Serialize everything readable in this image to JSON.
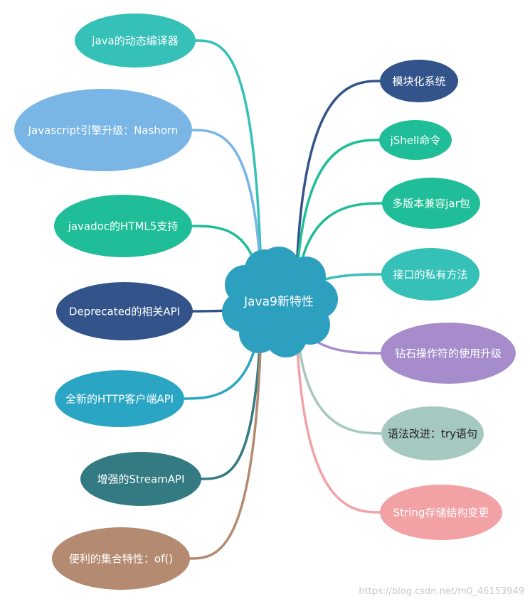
{
  "diagram": {
    "center": {
      "label": "Java9新特性",
      "color": "#2da0c0"
    },
    "left_nodes": [
      {
        "label": "java的动态编译器",
        "color": "#35c0b8",
        "text_color": "light"
      },
      {
        "label": "Javascript引擎升级：Nashorn",
        "color": "#79b6e5",
        "text_color": "light"
      },
      {
        "label": "javadoc的HTML5支持",
        "color": "#1fbe98",
        "text_color": "light"
      },
      {
        "label": "Deprecated的相关API",
        "color": "#33548a",
        "text_color": "light"
      },
      {
        "label": "全新的HTTP客户端API",
        "color": "#2aa6c4",
        "text_color": "light"
      },
      {
        "label": "增强的StreamAPI",
        "color": "#337a82",
        "text_color": "light"
      },
      {
        "label": "便利的集合特性：of()",
        "color": "#b48a70",
        "text_color": "light"
      }
    ],
    "right_nodes": [
      {
        "label": "模块化系统",
        "color": "#33548a",
        "text_color": "light"
      },
      {
        "label": "jShell命令",
        "color": "#1fbe98",
        "text_color": "light"
      },
      {
        "label": "多版本兼容jar包",
        "color": "#1fbe98",
        "text_color": "light"
      },
      {
        "label": "接口的私有方法",
        "color": "#35c0b8",
        "text_color": "light"
      },
      {
        "label": "钻石操作符的使用升级",
        "color": "#a68ccb",
        "text_color": "light"
      },
      {
        "label": "语法改进：try语句",
        "color": "#a5c8c0",
        "text_color": "dark"
      },
      {
        "label": "String存储结构变更",
        "color": "#f2a2a5",
        "text_color": "light"
      }
    ]
  },
  "watermark": "https://blog.csdn.net/m0_46153949"
}
